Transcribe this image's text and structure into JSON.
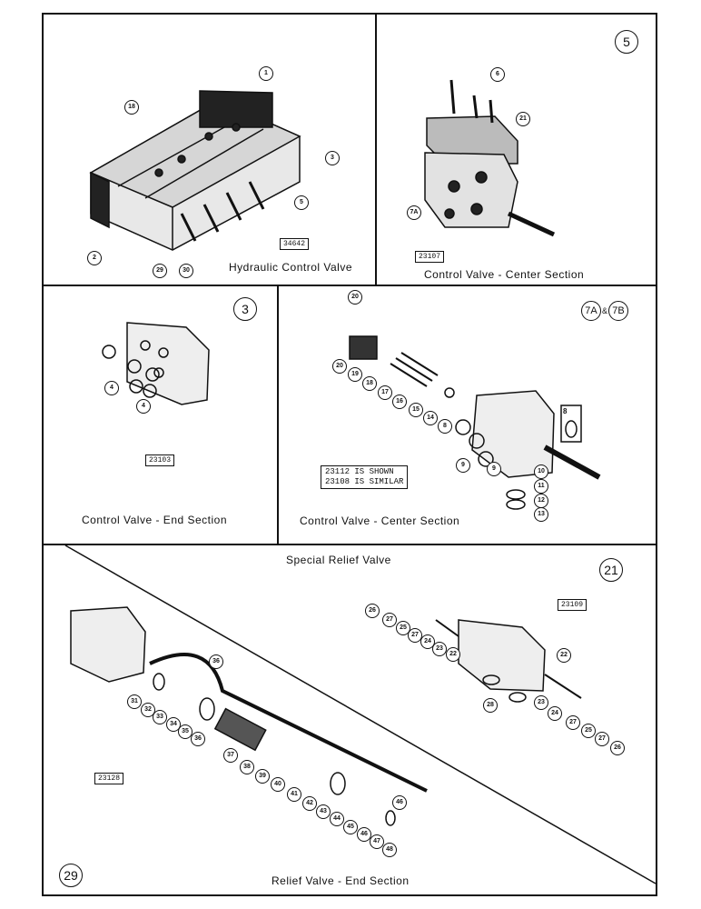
{
  "panels": {
    "hydraulic": {
      "caption": "Hydraulic Control Valve",
      "ref": "34642",
      "callouts": [
        "1",
        "18",
        "3",
        "5",
        "2",
        "29",
        "30"
      ]
    },
    "center_top": {
      "caption": "Control Valve - Center Section",
      "ref": "23107",
      "corner": "5",
      "callouts": [
        "6",
        "21",
        "7A"
      ]
    },
    "end_section": {
      "caption": "Control Valve - End Section",
      "ref": "23103",
      "corner": "3",
      "callouts": [
        "4",
        "4"
      ]
    },
    "center_mid": {
      "caption": "Control Valve - Center Section",
      "corner_a": "7A",
      "corner_sep": "&",
      "corner_b": "7B",
      "note_line1": "23112 IS SHOWN",
      "note_line2": "23108 IS SIMILAR",
      "boxed_label": "8",
      "callouts": [
        "20",
        "20",
        "19",
        "18",
        "17",
        "16",
        "15",
        "14",
        "8",
        "9",
        "9",
        "10",
        "11",
        "12",
        "13"
      ]
    },
    "relief": {
      "title": "Special Relief Valve",
      "caption": "Relief Valve - End Section",
      "corner_top": "21",
      "corner_bottom": "29",
      "ref_right": "23109",
      "ref_left": "23128",
      "callouts_right": [
        "26",
        "27",
        "25",
        "27",
        "24",
        "23",
        "22",
        "22",
        "28",
        "23",
        "24",
        "27",
        "25",
        "27",
        "26"
      ],
      "callouts_left": [
        "36",
        "31",
        "32",
        "33",
        "34",
        "35",
        "36",
        "37",
        "38",
        "39",
        "40",
        "41",
        "42",
        "43",
        "44",
        "45",
        "46",
        "47",
        "48",
        "46"
      ]
    }
  }
}
